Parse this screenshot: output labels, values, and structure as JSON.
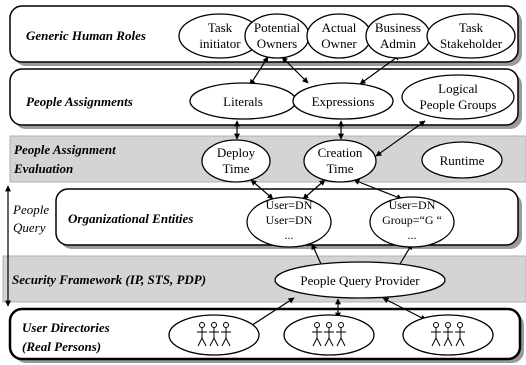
{
  "layers": {
    "roles": "Generic Human Roles",
    "assignments": "People Assignments",
    "evaluation_line1": "People Assignment",
    "evaluation_line2": "Evaluation",
    "entities": "Organizational Entities",
    "security": "Security Framework (IP, STS, PDP)",
    "directories_line1": "User Directories",
    "directories_line2": "(Real Persons)"
  },
  "side_label": {
    "line1": "People",
    "line2": "Query"
  },
  "roles": [
    {
      "line1": "Task",
      "line2": "initiator"
    },
    {
      "line1": "Potential",
      "line2": "Owners"
    },
    {
      "line1": "Actual",
      "line2": "Owner"
    },
    {
      "line1": "Business",
      "line2": "Admin"
    },
    {
      "line1": "Task",
      "line2": "Stakeholder"
    }
  ],
  "assignments": {
    "literals": "Literals",
    "expressions": "Expressions",
    "logical_line1": "Logical",
    "logical_line2": "People Groups"
  },
  "evaluation": {
    "deploy_line1": "Deploy",
    "deploy_line2": "Time",
    "creation_line1": "Creation",
    "creation_line2": "Time",
    "runtime": "Runtime"
  },
  "entities": {
    "left_line1": "User=DN",
    "left_line2": "User=DN",
    "left_line3": "...",
    "right_line1": "User=DN",
    "right_line2": "Group=“G “",
    "right_line3": "..."
  },
  "provider": "People Query Provider",
  "colors": {
    "band_gray": "#d4d4d4",
    "stroke": "#000000",
    "shadow": "#9a9a9a",
    "background": "#ffffff"
  }
}
